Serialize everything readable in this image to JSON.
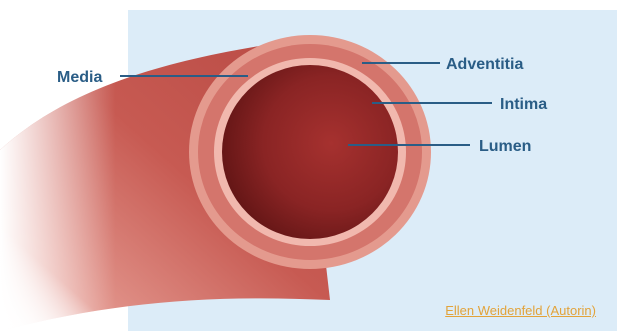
{
  "labels": {
    "media": "Media",
    "adventitia": "Adventitia",
    "intima": "Intima",
    "lumen": "Lumen"
  },
  "credit": "Ellen Weidenfeld (Autorin)",
  "colors": {
    "background": "#dcecf8",
    "label_text": "#2a5d86",
    "leader_line": "#2a5d86",
    "credit_link": "#e2a33a",
    "vessel_outer": "#c85b55",
    "adventitia": "#e49a8e",
    "media": "#d4756c",
    "intima": "#f1b8ae",
    "lumen": "#8e2727"
  }
}
